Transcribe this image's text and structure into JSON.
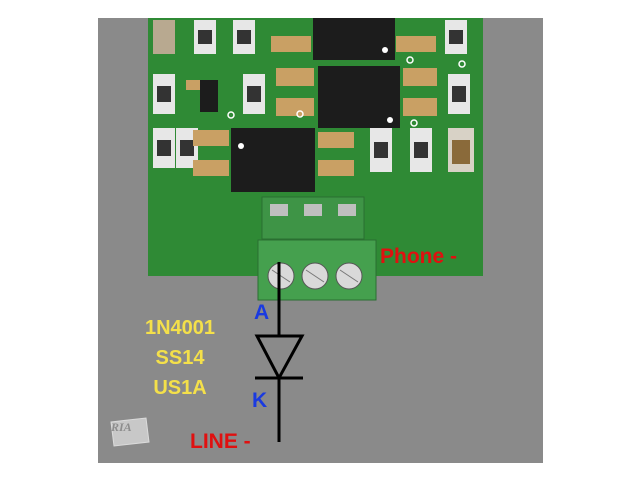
{
  "labels": {
    "phone_minus": "Phone -",
    "line_minus": "LINE -",
    "anode": "A",
    "cathode": "K"
  },
  "diode_parts": [
    "1N4001",
    "SS14",
    "US1A"
  ],
  "watermark": "RIA",
  "colors": {
    "background": "#8a8a8a",
    "pcb": "#2f8a35",
    "terminal_block": "#3e9446",
    "pad": "#c9a064",
    "ic": "#1c1c1c",
    "red_label": "#e01010",
    "blue_label": "#1a3ae0",
    "yellow_label": "#f4e04a",
    "wire": "#000000"
  }
}
